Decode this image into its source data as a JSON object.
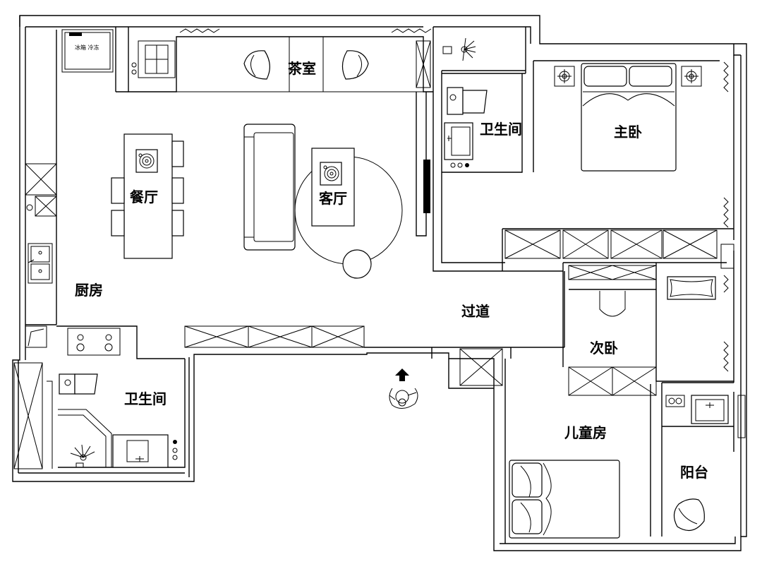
{
  "rooms": {
    "tea_room": "茶室",
    "dining": "餐厅",
    "living": "客厅",
    "kitchen": "厨房",
    "bathroom_top": "卫生间",
    "bathroom_bottom": "卫生间",
    "master_bedroom": "主卧",
    "corridor": "过道",
    "second_bedroom": "次卧",
    "kids_room": "儿童房",
    "balcony": "阳台"
  },
  "appliances": {
    "fridge_label": "冰箱 冷冻"
  }
}
